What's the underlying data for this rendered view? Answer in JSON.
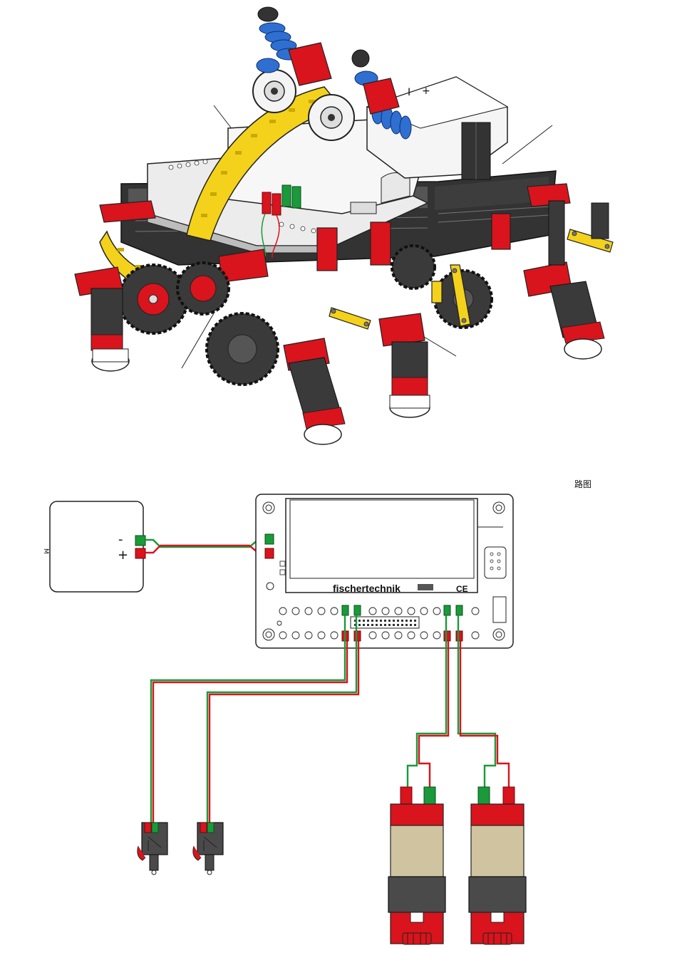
{
  "caption": "路图",
  "battery": {
    "minus_label": "-",
    "plus_label": "+",
    "side_mark": "M"
  },
  "controller": {
    "brand": "fischertechnik",
    "ce_mark": "CE",
    "side_marks": [
      "-",
      "+"
    ]
  },
  "colors": {
    "red": "#d9141c",
    "dark_red": "#a30d14",
    "green": "#1a9a3a",
    "yellow": "#f4d21c",
    "blue": "#2f6fd1",
    "grey": "#4a4a4a",
    "dark": "#2c2c2c",
    "tan": "#cfc3a0",
    "white_part": "#f3f3f3"
  },
  "icons": [
    "robot-assembly-illustration",
    "switch-icon",
    "motor-icon",
    "battery-icon",
    "controller-board-icon"
  ]
}
